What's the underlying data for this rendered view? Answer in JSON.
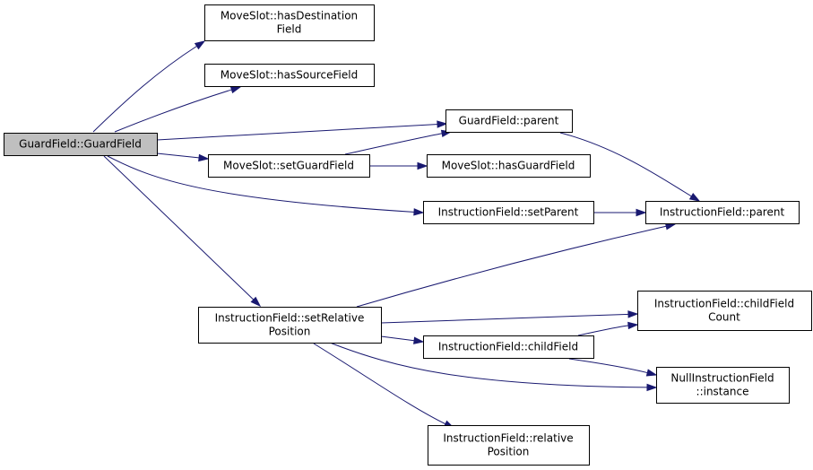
{
  "nodes": {
    "n0": {
      "lines": [
        "GuardField::GuardField"
      ],
      "root": true
    },
    "n1": {
      "lines": [
        "MoveSlot::hasDestination",
        "Field"
      ]
    },
    "n2": {
      "lines": [
        "MoveSlot::hasSourceField"
      ]
    },
    "n3": {
      "lines": [
        "GuardField::parent"
      ]
    },
    "n4": {
      "lines": [
        "MoveSlot::setGuardField"
      ]
    },
    "n5": {
      "lines": [
        "MoveSlot::hasGuardField"
      ]
    },
    "n6": {
      "lines": [
        "InstructionField::setParent"
      ]
    },
    "n7": {
      "lines": [
        "InstructionField::parent"
      ]
    },
    "n8": {
      "lines": [
        "InstructionField::setRelative",
        "Position"
      ]
    },
    "n9": {
      "lines": [
        "InstructionField::childField",
        "Count"
      ]
    },
    "n10": {
      "lines": [
        "InstructionField::childField"
      ]
    },
    "n11": {
      "lines": [
        "NullInstructionField",
        "::instance"
      ]
    },
    "n12": {
      "lines": [
        "InstructionField::relative",
        "Position"
      ]
    }
  },
  "edges": [
    [
      "n0",
      "n1"
    ],
    [
      "n0",
      "n2"
    ],
    [
      "n0",
      "n3"
    ],
    [
      "n0",
      "n4"
    ],
    [
      "n0",
      "n6"
    ],
    [
      "n0",
      "n8"
    ],
    [
      "n3",
      "n7"
    ],
    [
      "n4",
      "n3"
    ],
    [
      "n4",
      "n5"
    ],
    [
      "n6",
      "n7"
    ],
    [
      "n8",
      "n7"
    ],
    [
      "n8",
      "n9"
    ],
    [
      "n8",
      "n10"
    ],
    [
      "n8",
      "n11"
    ],
    [
      "n8",
      "n12"
    ],
    [
      "n10",
      "n9"
    ],
    [
      "n10",
      "n11"
    ]
  ],
  "colors": {
    "edge": "#191970",
    "root_fill": "#bfbfbf",
    "node_fill": "#ffffff",
    "border": "#000000"
  }
}
